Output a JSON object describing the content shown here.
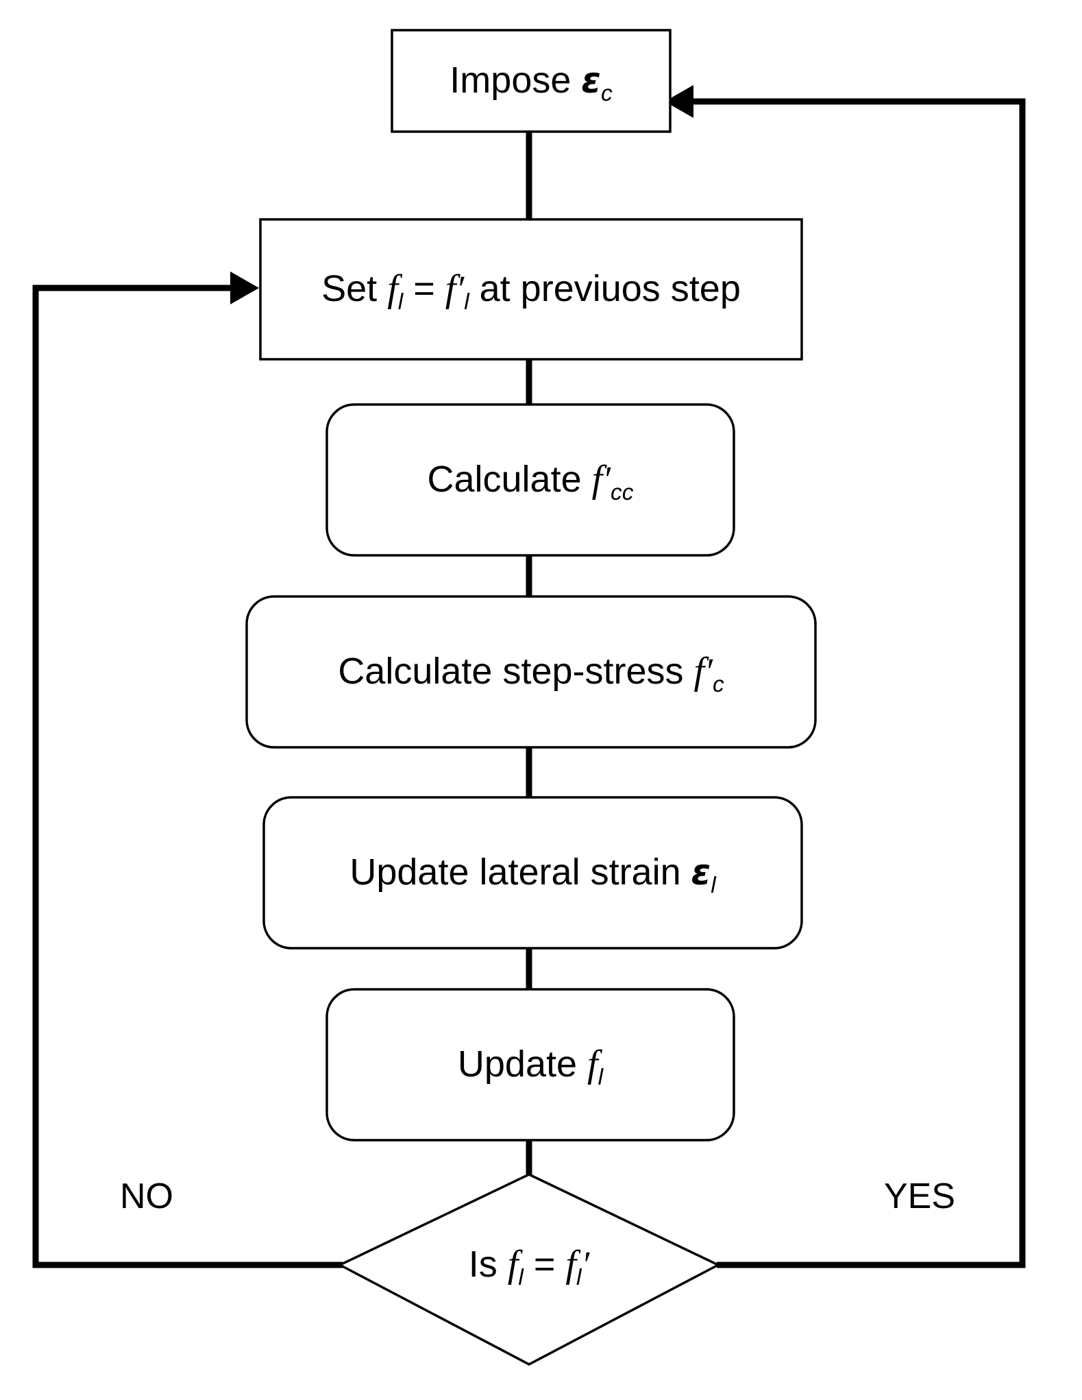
{
  "diagram": {
    "title": "Confined concrete iterative analysis flowchart",
    "type": "flowchart",
    "background_color": "#ffffff",
    "line_color": "#000000",
    "text_color": "#000000",
    "nodes": [
      {
        "id": "impose-strain",
        "shape": "rectangle",
        "text_plain": "Impose εc",
        "text_main": "Impose ",
        "symbol": "ε",
        "subscript": "c"
      },
      {
        "id": "set-fl",
        "shape": "rectangle",
        "text_plain": "Set fl = f′l at previuos step",
        "part1": "Set ",
        "sym1": "f",
        "sub1": "l",
        "part2": " = ",
        "sym2": "f",
        "prime2": "′",
        "sub2": "l",
        "part3": " at previuos step"
      },
      {
        "id": "calculate-fcc",
        "shape": "rounded-rectangle",
        "text_plain": "Calculate f′cc",
        "part1": "Calculate ",
        "sym1": "f",
        "prime1": "′",
        "sub1": "cc"
      },
      {
        "id": "calculate-step-stress",
        "shape": "rounded-rectangle",
        "text_plain": "Calculate step-stress f′c",
        "part1": "Calculate step-stress ",
        "sym1": "f",
        "prime1": "′",
        "sub1": "c"
      },
      {
        "id": "update-lateral-strain",
        "shape": "rounded-rectangle",
        "text_plain": "Update lateral strain εl",
        "part1": "Update lateral strain ",
        "sym1": "ε",
        "sub1": "l"
      },
      {
        "id": "update-fl",
        "shape": "rounded-rectangle",
        "text_plain": "Update fl",
        "part1": "Update ",
        "sym1": "f",
        "sub1": "l"
      },
      {
        "id": "decision-is-fl-equal",
        "shape": "diamond",
        "text_plain": "Is fl = fl′",
        "part1": "Is ",
        "sym1": "f",
        "sub1": "l",
        "part2": " = ",
        "sym2": "f",
        "sub2": "l",
        "prime2": "′"
      }
    ],
    "branch_labels": {
      "no": "NO",
      "yes": "YES"
    },
    "edges": [
      {
        "from": "impose-strain",
        "to": "set-fl",
        "label": ""
      },
      {
        "from": "set-fl",
        "to": "calculate-fcc",
        "label": ""
      },
      {
        "from": "calculate-fcc",
        "to": "calculate-step-stress",
        "label": ""
      },
      {
        "from": "calculate-step-stress",
        "to": "update-lateral-strain",
        "label": ""
      },
      {
        "from": "update-lateral-strain",
        "to": "update-fl",
        "label": ""
      },
      {
        "from": "update-fl",
        "to": "decision-is-fl-equal",
        "label": ""
      },
      {
        "from": "decision-is-fl-equal",
        "to": "set-fl",
        "label": "NO"
      },
      {
        "from": "decision-is-fl-equal",
        "to": "impose-strain",
        "label": "YES"
      }
    ]
  }
}
